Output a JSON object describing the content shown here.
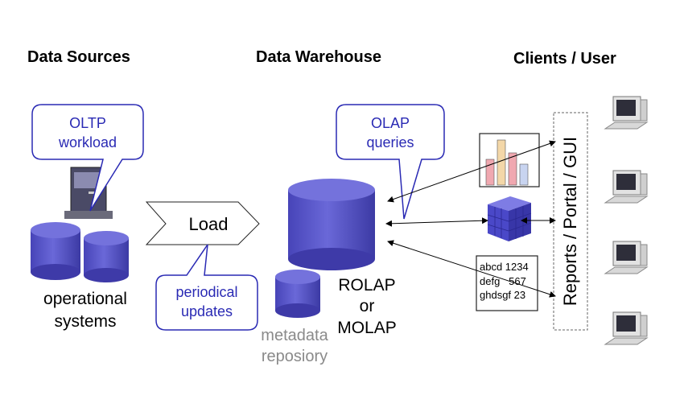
{
  "headers": {
    "sources": "Data Sources",
    "warehouse": "Data Warehouse",
    "clients": "Clients / User"
  },
  "callouts": {
    "oltp": [
      "OLTP",
      "workload"
    ],
    "olap": [
      "OLAP",
      "queries"
    ],
    "periodical": [
      "periodical",
      "updates"
    ]
  },
  "labels": {
    "load": "Load",
    "operational": [
      "operational",
      "systems"
    ],
    "rolap": [
      "ROLAP",
      "or",
      "MOLAP"
    ],
    "metadata": [
      "metadata",
      "reposiory"
    ],
    "reports": "Reports / Portal / GUI"
  },
  "report_table": [
    "abcd 1234",
    "defg   567",
    "ghdsgf 23"
  ],
  "colors": {
    "callout_text": "#2a2ab4",
    "cylinder": "#5a58cc",
    "cylinder_dark": "#3e3aa8",
    "cube": "#4a48c8"
  }
}
